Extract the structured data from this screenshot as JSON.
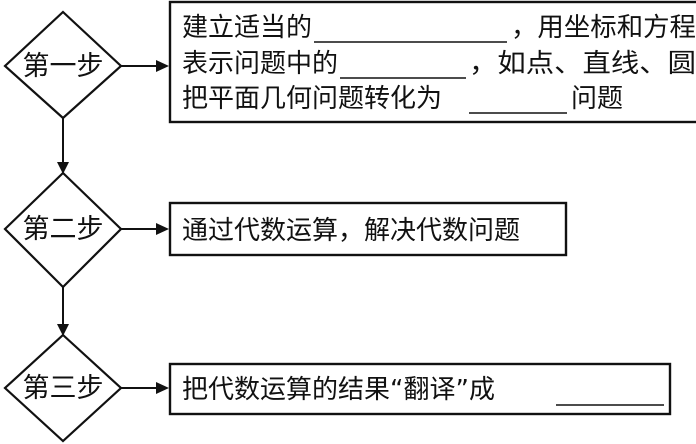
{
  "steps": [
    {
      "label": "第一步"
    },
    {
      "label": "第二步"
    },
    {
      "label": "第三步"
    }
  ],
  "box1": {
    "line1_a": "建立适当的",
    "line1_b": "，用坐标和方程",
    "line2_a": "表示问题中的",
    "line2_b": "，如点、直线、圆",
    "line3_a": "把平面几何问题转化为",
    "line3_b": "问题"
  },
  "box2": {
    "text": "通过代数运算，解决代数问题"
  },
  "box3": {
    "text_a": "把代数运算的结果“翻译”成"
  }
}
